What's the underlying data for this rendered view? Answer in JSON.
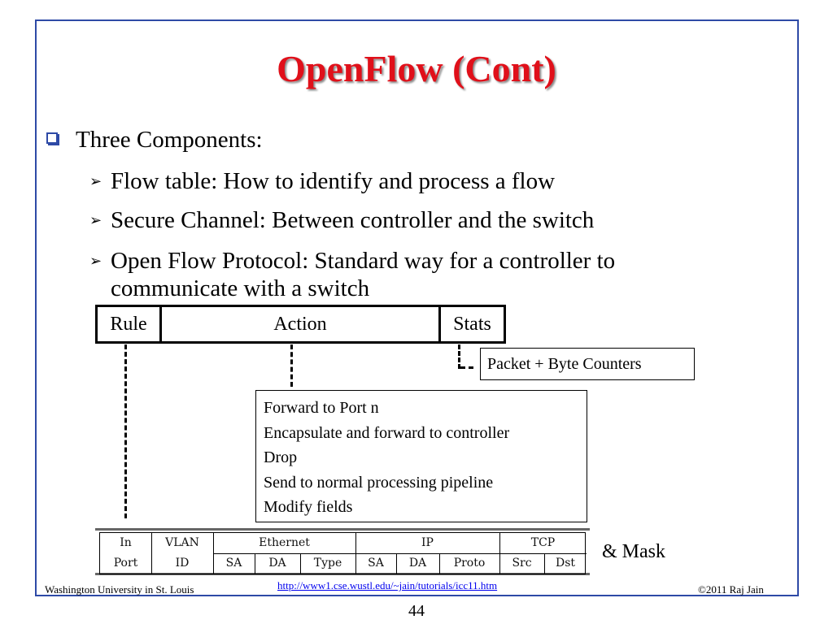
{
  "slide": {
    "title": "OpenFlow (Cont)",
    "bullet": "Three Components:",
    "sub_bullets": [
      "Flow table: How to identify and process a flow",
      "Secure Channel: Between controller and the switch",
      "Open Flow Protocol: Standard way for a controller to communicate with a switch"
    ]
  },
  "flow_entry": {
    "rule": "Rule",
    "action": "Action",
    "stats": "Stats",
    "counters": "Packet + Byte Counters",
    "actions": [
      "Forward to Port n",
      "Encapsulate and forward to controller",
      "Drop",
      "Send to normal processing pipeline",
      "Modify fields"
    ]
  },
  "fields": {
    "in": "In",
    "port": "Port",
    "vlan": "VLAN",
    "id": "ID",
    "ethernet": "Ethernet",
    "ip": "IP",
    "tcp": "TCP",
    "eth_sa": "SA",
    "eth_da": "DA",
    "eth_type": "Type",
    "ip_sa": "SA",
    "ip_da": "DA",
    "ip_proto": "Proto",
    "tcp_src": "Src",
    "tcp_dst": "Dst",
    "mask": "& Mask"
  },
  "footer": {
    "left": "Washington University in St. Louis",
    "link": "http://www1.cse.wustl.edu/~jain/tutorials/icc11.htm",
    "right": "©2011 Raj Jain",
    "page": "44"
  },
  "colors": {
    "title": "#e0101a",
    "frame": "#2e4aa6",
    "link": "#0000ee"
  }
}
